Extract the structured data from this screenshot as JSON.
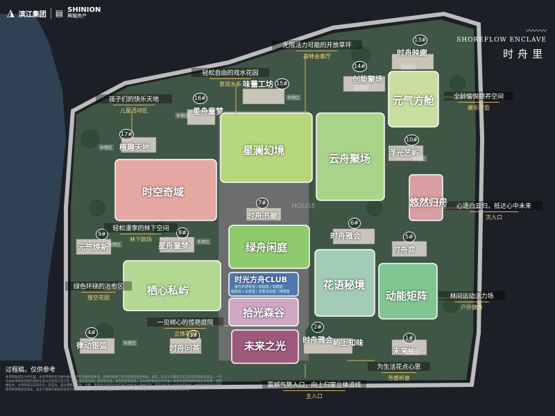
{
  "header": {
    "logo1": "滨江集团",
    "logo2_en": "SHINION",
    "logo2_cn": "興耀房产"
  },
  "project": {
    "name_en": "SHOREFLOW ENCLAVE",
    "name_cn": "时舟里"
  },
  "watermark": "HOUSE",
  "zones": [
    {
      "id": "xingjianhuanjing",
      "label": "星澜幻境",
      "color": "#b6d77a"
    },
    {
      "id": "yunzhoujuchang",
      "label": "云舟聚场",
      "color": "#a9d48a"
    },
    {
      "id": "yuanqifangcang",
      "label": "元气方舱",
      "color": "#c8dfa0"
    },
    {
      "id": "shikongqiyu",
      "label": "时空奇域",
      "color": "#e6a8a3"
    },
    {
      "id": "youranguizhou",
      "label": "悠然归舟",
      "color": "#d89ea2"
    },
    {
      "id": "lvzhouxianting",
      "label": "绿舟闲庭",
      "color": "#8fcb6e"
    },
    {
      "id": "qixinsiyu",
      "label": "栖心私屿",
      "color": "#b3d892"
    },
    {
      "id": "huayumijing",
      "label": "花语秘境",
      "color": "#a2ccb5"
    },
    {
      "id": "dongnengjuzhen",
      "label": "动能矩阵",
      "color": "#7fc692"
    },
    {
      "id": "shiguangfangzhou",
      "label": "时光方舟CLUB",
      "color": "#4f79b0"
    },
    {
      "id": "shiguangsengu",
      "label": "拾光森谷",
      "color": "#cfa9c4"
    },
    {
      "id": "weilaizhiguang",
      "label": "未来之光",
      "color": "#9e5a7c"
    }
  ],
  "club_sub": [
    "室内外游泳池 / 瑜伽室 / 瑜伽室",
    "健身房 / 长者室 / 长者活动室 / 棋牌室"
  ],
  "buildings": [
    {
      "num": "13#",
      "name": "时舟映廊"
    },
    {
      "num": "14#",
      "name": "创能聚场"
    },
    {
      "num": "15#",
      "name": "味蕾工坊"
    },
    {
      "num": "16#",
      "name": "星舟童梦"
    },
    {
      "num": "17#",
      "name": "植趣天地"
    },
    {
      "num": "10#",
      "name": "浮光艺屿"
    },
    {
      "num": "7#",
      "name": "时舟书廊"
    },
    {
      "num": "6#",
      "name": "时舟雅会"
    },
    {
      "num": "8#",
      "name": "星舟童梦"
    },
    {
      "num": "9#",
      "name": "元气焕新"
    },
    {
      "num": "5#",
      "name": "时舟弈"
    },
    {
      "num": "4#",
      "name": "律动银弧"
    },
    {
      "num": "3#",
      "name": "时舟问茶"
    },
    {
      "num": "2#",
      "name": "时舟雅会"
    },
    {
      "num": "",
      "name": "屿上知味"
    },
    {
      "num": "1#",
      "name": "未来绘"
    }
  ],
  "annotations": [
    {
      "t1": "无限活力可能的开放草坪",
      "t2": "森林会客厅"
    },
    {
      "t1": "轻松自由的戏水花园",
      "t2": "景观水系"
    },
    {
      "t1": "孩子们的快乐天地",
      "t2": "儿童活动区"
    },
    {
      "t1": "全龄愉悦颐养空间",
      "t2": "康乐疗愈"
    },
    {
      "t1": "心逐白云归，抵达心中未来",
      "t2": "次入口"
    },
    {
      "t1": "轻松漫享的林下空间",
      "t2": "林下剧场"
    },
    {
      "t1": "绿色环绕的冶愈区",
      "t2": "放空花园"
    },
    {
      "t1": "林间运动活力场",
      "t2": "户外健身"
    },
    {
      "t1": "一见倾心的惊艳庭院",
      "t2": "立体花园"
    },
    {
      "t1": "为生活花点心思",
      "t2": "芳香听泉"
    },
    {
      "t1": "震撼气势入口，向上归家立体流线",
      "t2": "主入口"
    }
  ],
  "tags": [
    "休憩区",
    "休憩区",
    "休憩区",
    "休憩区",
    "休憩区",
    "休憩区",
    "休憩区",
    "休憩区",
    "休憩区",
    "休憩区"
  ],
  "note": "过程稿，仅供参考",
  "disclaimer": "本项目备案名为时舟里。本宣传资料仅为要约邀请，不作为要约或承诺。相关内容如下择除因政府相关规划、规定、出卖人对拥有到五块所原因而发生变化。一切有关本项目及房屋的具体信息以买卖双方签订的《商品房买卖合同》及附件为准，本资料所用信息，均以政府批准文件为准。本资料所用项目效果为过程稿，因图像技术，比例等因与实际存在一定差异，部分建筑、装饰、设施、景观等信息不代表实际交付标准与最终呈现，且交付标准以合同约定为准。本资料中的信息可能随项目进展发生变化，出卖人保留对相关内容进行修改的权利。本宣传资料截止2025年4月。本公司保留对本资料相关权利及最终解释权。"
}
